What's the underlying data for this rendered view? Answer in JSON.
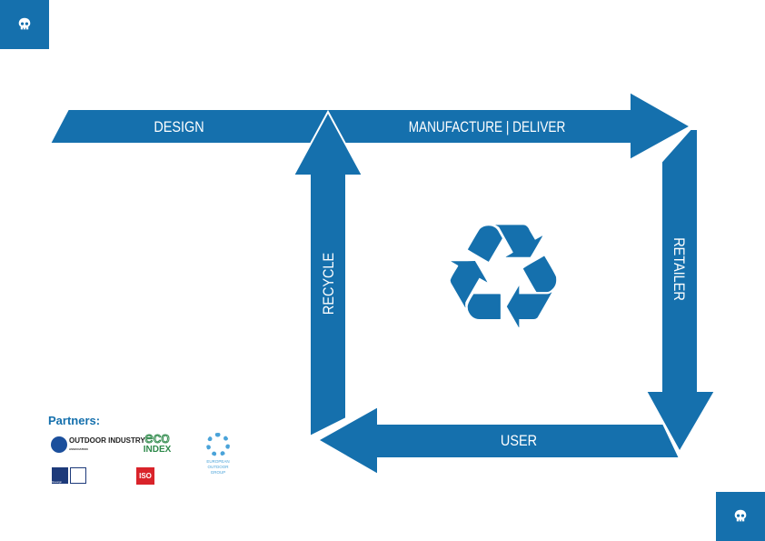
{
  "colors": {
    "brand": "#1570ad",
    "white": "#ffffff"
  },
  "corner_icons": {
    "top_left": "skull-icon",
    "bottom_right": "skull-icon"
  },
  "diagram": {
    "design": "DESIGN",
    "manufacture": "MANUFACTURE | DELIVER",
    "retailer": "RETAILER",
    "user": "USER",
    "recycle": "RECYCLE",
    "center_icon": "recycle-icon",
    "center_glyph": "♻"
  },
  "partners": {
    "title": "Partners:",
    "logos": [
      {
        "name": "OUTDOOR INDUSTRY",
        "sub": "ASSOCIATION"
      },
      {
        "name": "eco",
        "sub": "INDEX"
      },
      {
        "name": "EUROPEAN",
        "sub": "OUTDOOR GROUP"
      },
      {
        "name": "bluesign"
      },
      {
        "name": "ISO"
      }
    ]
  }
}
